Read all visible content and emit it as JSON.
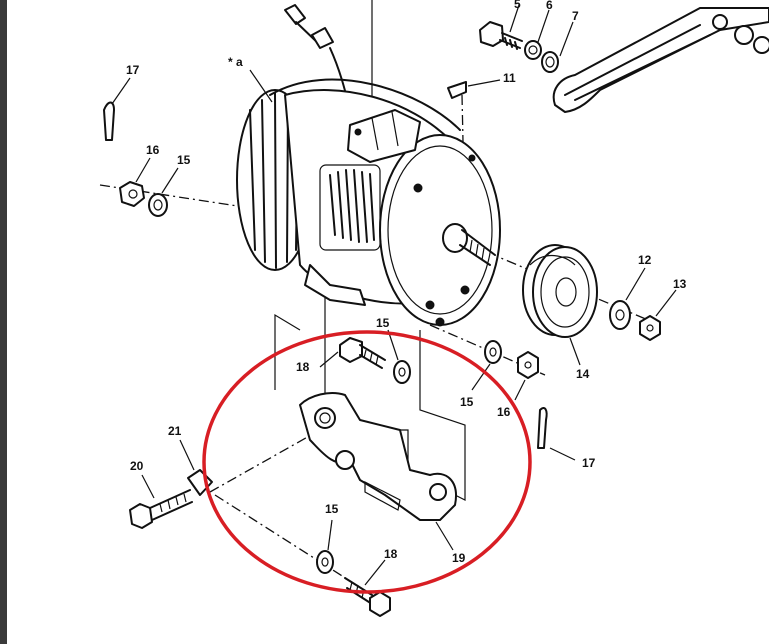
{
  "figure": {
    "highlight_color": "#d81e24",
    "ink_color": "#111111",
    "labels": {
      "l5": "5",
      "l6": "6",
      "l7": "7",
      "l11": "11",
      "l17a": "17",
      "l16a": "16",
      "l15a": "15",
      "la": "* a",
      "l12": "12",
      "l13": "13",
      "l14": "14",
      "l15b": "15",
      "l18a": "18",
      "l15c": "15",
      "l16b": "16",
      "l17b": "17",
      "l21": "21",
      "l20": "20",
      "l15d": "15",
      "l18b": "18",
      "l19": "19"
    }
  }
}
